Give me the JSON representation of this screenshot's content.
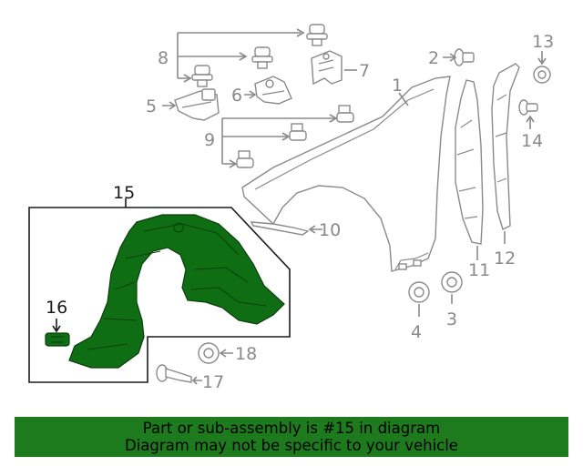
{
  "callouts": {
    "c1": "1",
    "c2": "2",
    "c3": "3",
    "c4": "4",
    "c5": "5",
    "c6": "6",
    "c7": "7",
    "c8": "8",
    "c9": "9",
    "c10": "10",
    "c11": "11",
    "c12": "12",
    "c13": "13",
    "c14": "14",
    "c15": "15",
    "c16": "16",
    "c17": "17",
    "c18": "18"
  },
  "highlighted_part": "15",
  "colors": {
    "highlight_fill": "#0f6e14",
    "banner_background": "#1d7a1d",
    "callout_gray": "#8a8a8a"
  },
  "banner": {
    "line1": "Part or sub-assembly is #15 in diagram",
    "line2": "Diagram may not be specific to your vehicle"
  }
}
